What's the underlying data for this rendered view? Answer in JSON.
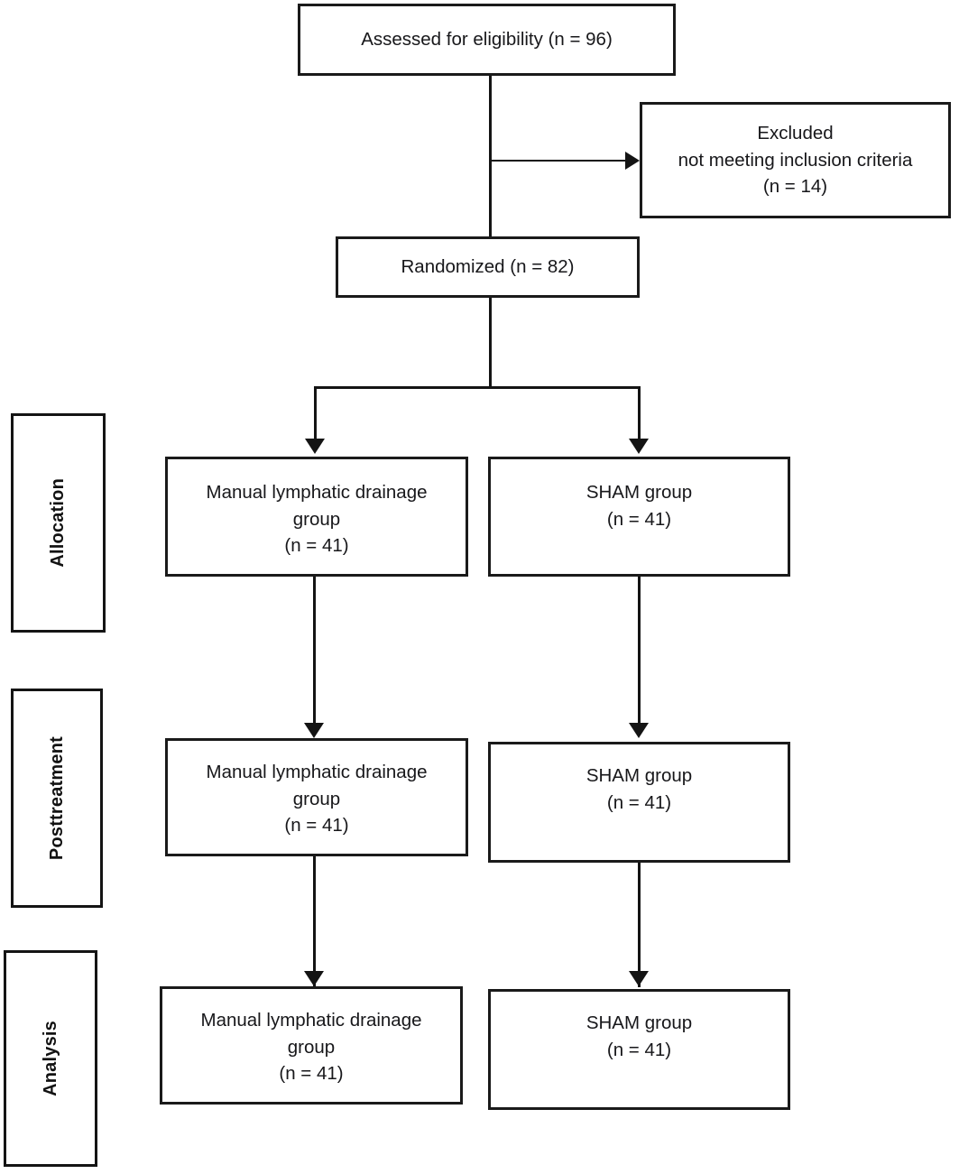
{
  "diagram": {
    "type": "consort-flow-diagram",
    "colors": {
      "stroke": "#141414",
      "text": "#17171a",
      "background": "#ffffff"
    },
    "stages": [
      {
        "id": "allocation",
        "label": "Allocation"
      },
      {
        "id": "posttreatment",
        "label": "Posttreatment"
      },
      {
        "id": "analysis",
        "label": "Analysis"
      }
    ],
    "nodes": {
      "enrollment": {
        "id": "assessed-for-eligibility",
        "lines": [
          "Assessed for eligibility (n = 96)"
        ]
      },
      "excluded": {
        "id": "excluded",
        "lines": [
          "Excluded",
          "not meeting inclusion criteria",
          "(n = 14)"
        ]
      },
      "randomized": {
        "id": "randomized",
        "lines": [
          "Randomized (n = 82)"
        ]
      },
      "allocation_left": {
        "id": "allocation-manual-lymphatic-drainage",
        "lines": [
          "Manual lymphatic drainage",
          "group",
          "(n = 41)"
        ]
      },
      "allocation_right": {
        "id": "allocation-sham",
        "lines": [
          "SHAM group",
          "(n = 41)"
        ]
      },
      "posttreatment_left": {
        "id": "posttreatment-manual-lymphatic-drainage",
        "lines": [
          "Manual lymphatic drainage",
          "group",
          "(n = 41)"
        ]
      },
      "posttreatment_right": {
        "id": "posttreatment-sham",
        "lines": [
          "SHAM group",
          "(n = 41)"
        ]
      },
      "analysis_left": {
        "id": "analysis-manual-lymphatic-drainage",
        "lines": [
          "Manual lymphatic drainage",
          "group",
          "(n = 41)"
        ]
      },
      "analysis_right": {
        "id": "analysis-sham",
        "lines": [
          "SHAM group",
          "(n = 41)"
        ]
      }
    }
  }
}
